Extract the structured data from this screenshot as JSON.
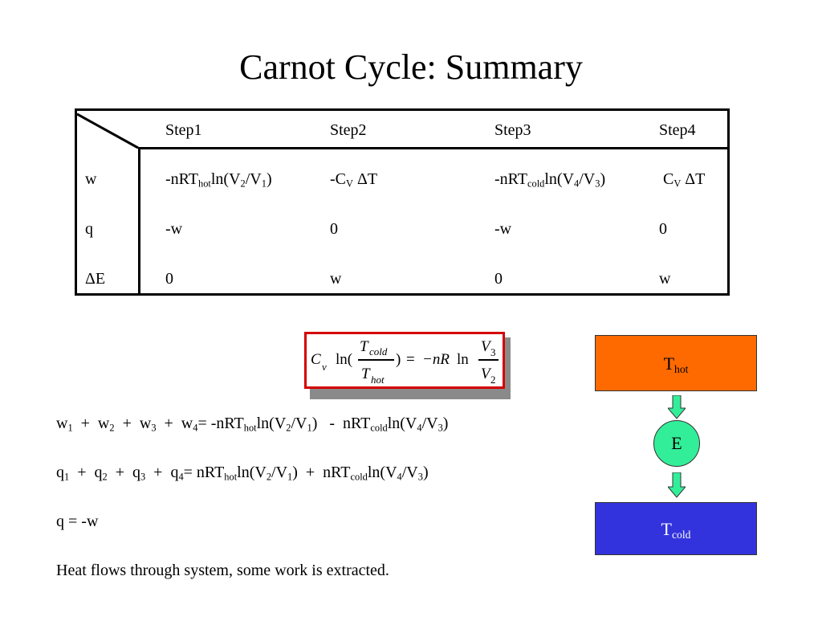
{
  "slide": {
    "title": "Carnot Cycle: Summary"
  },
  "table": {
    "headers": [
      "Step1",
      "Step2",
      "Step3",
      "Step4"
    ],
    "rows": [
      {
        "label": "w",
        "cells": [
          {
            "parts": [
              [
                "-nRT",
                ""
              ],
              [
                "hot",
                "sub"
              ],
              [
                "ln(V",
                ""
              ],
              [
                "2",
                "sub"
              ],
              [
                "/V",
                ""
              ],
              [
                "1",
                "sub"
              ],
              [
                ")",
                ""
              ]
            ]
          },
          {
            "parts": [
              [
                "-C",
                ""
              ],
              [
                "V",
                "sub"
              ],
              [
                " ΔT",
                ""
              ]
            ]
          },
          {
            "parts": [
              [
                "-nRT",
                ""
              ],
              [
                "cold",
                "sub"
              ],
              [
                "ln(V",
                ""
              ],
              [
                "4",
                "sub"
              ],
              [
                "/V",
                ""
              ],
              [
                "3",
                "sub"
              ],
              [
                ")",
                ""
              ]
            ]
          },
          {
            "parts": [
              [
                " C",
                ""
              ],
              [
                "V",
                "sub"
              ],
              [
                " ΔT",
                ""
              ]
            ]
          }
        ]
      },
      {
        "label": "q",
        "cells": [
          {
            "parts": [
              [
                "-w",
                ""
              ]
            ]
          },
          {
            "parts": [
              [
                "0",
                ""
              ]
            ]
          },
          {
            "parts": [
              [
                "-w",
                ""
              ]
            ]
          },
          {
            "parts": [
              [
                "0",
                ""
              ]
            ]
          }
        ]
      },
      {
        "label": "ΔE",
        "cells": [
          {
            "parts": [
              [
                "0",
                ""
              ]
            ]
          },
          {
            "parts": [
              [
                "w",
                ""
              ]
            ]
          },
          {
            "parts": [
              [
                "0",
                ""
              ]
            ]
          },
          {
            "parts": [
              [
                "w",
                ""
              ]
            ]
          }
        ]
      }
    ]
  },
  "equation": {
    "lhs_coef": "C",
    "lhs_coef_sub": "v",
    "ln1": "ln(",
    "num1": "T",
    "num1_sub": "cold",
    "den1": "T",
    "den1_sub": "hot",
    "close": ")",
    "equals": "=",
    "rhs": "−nR",
    "ln2": "ln",
    "num2": "V",
    "num2_sub": "3",
    "den2": "V",
    "den2_sub": "2"
  },
  "lines": {
    "w_sum": [
      [
        "w",
        ""
      ],
      [
        "1",
        "sub"
      ],
      [
        "  +  w",
        ""
      ],
      [
        "2",
        "sub"
      ],
      [
        "  +  w",
        ""
      ],
      [
        "3",
        "sub"
      ],
      [
        "  +  w",
        ""
      ],
      [
        "4",
        "sub"
      ],
      [
        "= -nRT",
        ""
      ],
      [
        "hot",
        "sub"
      ],
      [
        "ln(V",
        ""
      ],
      [
        "2",
        "sub"
      ],
      [
        "/V",
        ""
      ],
      [
        "1",
        "sub"
      ],
      [
        ")   -  nRT",
        ""
      ],
      [
        "cold",
        "sub"
      ],
      [
        "ln(V",
        ""
      ],
      [
        "4",
        "sub"
      ],
      [
        "/V",
        ""
      ],
      [
        "3",
        "sub"
      ],
      [
        ")",
        ""
      ]
    ],
    "q_sum": [
      [
        "q",
        ""
      ],
      [
        "1",
        "sub"
      ],
      [
        "  +  q",
        ""
      ],
      [
        "2",
        "sub"
      ],
      [
        "  +  q",
        ""
      ],
      [
        "3",
        "sub"
      ],
      [
        "  +  q",
        ""
      ],
      [
        "4",
        "sub"
      ],
      [
        "= nRT",
        ""
      ],
      [
        "hot",
        "sub"
      ],
      [
        "ln(V",
        ""
      ],
      [
        "2",
        "sub"
      ],
      [
        "/V",
        ""
      ],
      [
        "1",
        "sub"
      ],
      [
        ")  +  nRT",
        ""
      ],
      [
        "cold",
        "sub"
      ],
      [
        "ln(V",
        ""
      ],
      [
        "4",
        "sub"
      ],
      [
        "/V",
        ""
      ],
      [
        "3",
        "sub"
      ],
      [
        ")",
        ""
      ]
    ],
    "q_eq": "q  =  -w",
    "conclusion": "Heat flows through system, some work is extracted."
  },
  "diagram": {
    "hot_main": "T",
    "hot_sub": "hot",
    "engine": "E",
    "cold_main": "T",
    "cold_sub": "cold",
    "colors": {
      "hot": "#ff6a00",
      "engine": "#33ee99",
      "cold": "#3333dd",
      "arrow": "#33ee99",
      "equation_border": "#d40000"
    }
  }
}
